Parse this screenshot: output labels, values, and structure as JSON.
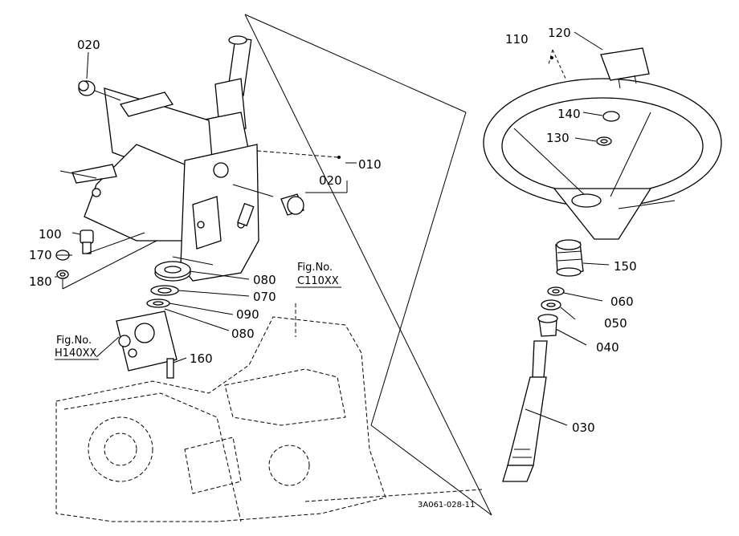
{
  "drawing_code": "3A061-028-11",
  "labels": {
    "p010": "010",
    "p020_top": "020",
    "p020_right": "020",
    "p030": "030",
    "p040": "040",
    "p050": "050",
    "p060": "060",
    "p070": "070",
    "p080_a": "080",
    "p080_b": "080",
    "p090": "090",
    "p100": "100",
    "p110": "110",
    "p120": "120",
    "p130": "130",
    "p140": "140",
    "p150": "150",
    "p160": "160",
    "p170": "170",
    "p180": "180"
  },
  "refs": {
    "c110_label": "Fig.No.",
    "c110_code": "C110XX",
    "h140_label": "Fig.No.",
    "h140_code": "H140XX"
  }
}
